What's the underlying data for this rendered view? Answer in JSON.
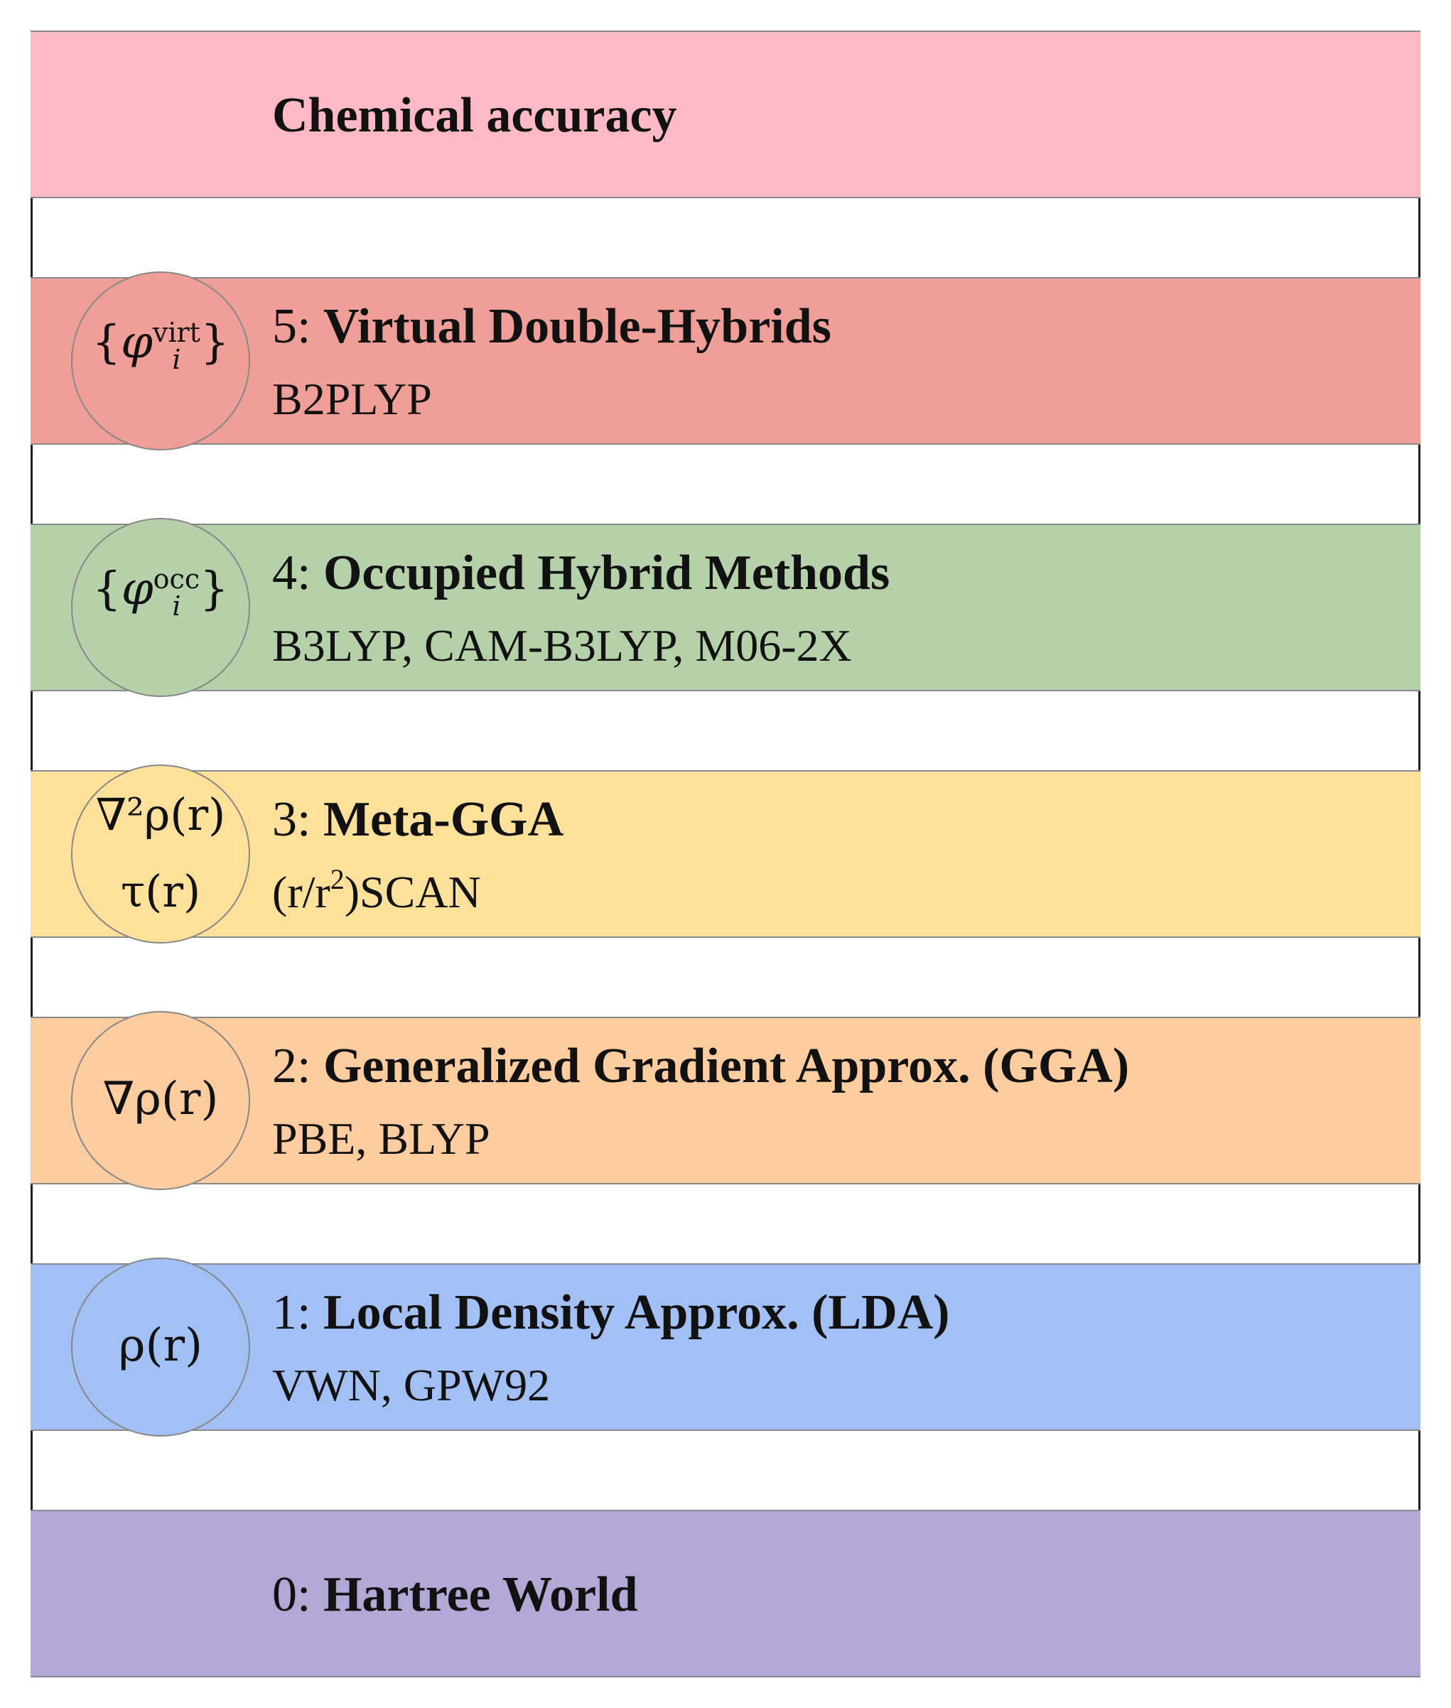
{
  "levels": [
    {
      "key": "top",
      "title_num": "",
      "title_name": "Chemical accuracy",
      "methods": "",
      "color": "#ffb9c6"
    },
    {
      "key": "l5",
      "title_num": "5: ",
      "title_name": "Virtual Double-Hybrids",
      "methods": "B2PLYP",
      "color": "#f09f98",
      "ingredient": {
        "base": "φ",
        "sup": "virt",
        "sub": "i"
      }
    },
    {
      "key": "l4",
      "title_num": "4: ",
      "title_name": "Occupied Hybrid Methods",
      "methods": "B3LYP, CAM-B3LYP, M06-2X",
      "color": "#b5d1a9",
      "ingredient": {
        "base": "φ",
        "sup": "occ",
        "sub": "i"
      }
    },
    {
      "key": "l3",
      "title_num": "3: ",
      "title_name": "Meta-GGA",
      "methods_pre": "(r/r",
      "methods_sup": "2",
      "methods_post": ")SCAN",
      "color": "#fde09a",
      "ingredient": {
        "line1": "∇²ρ(r)",
        "line2": "τ(r)"
      }
    },
    {
      "key": "l2",
      "title_num": "2: ",
      "title_name": "Generalized Gradient Approx. (GGA)",
      "methods": "PBE, BLYP",
      "color": "#fdcc9f",
      "ingredient": {
        "line1": "∇ρ(r)"
      }
    },
    {
      "key": "l1",
      "title_num": "1: ",
      "title_name": "Local Density Approx. (LDA)",
      "methods": "VWN, GPW92",
      "color": "#a3c0f5",
      "ingredient": {
        "line1": "ρ(r)"
      }
    },
    {
      "key": "l0",
      "title_num": "0: ",
      "title_name": "Hartree World",
      "methods": "",
      "color": "#b3a8d5"
    }
  ]
}
